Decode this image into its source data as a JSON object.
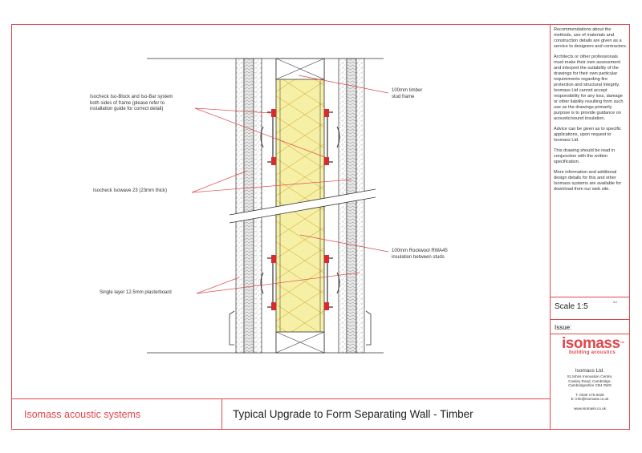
{
  "notes": [
    "Recommendations about the methods, use of materials and construction details are given as a service to designers and contractors.",
    "Architects or other professionals must make their own assessment and interpret the suitability of the drawings for their own particular requirements regarding fire protection and structural integrity. Isomass Ltd cannot accept responsibility for any loss, damage or other liability resulting from such use as the drawings primarily purpose is to provide guidance on acoustic/sound insulation.",
    "Advice can be given as to specific applications, upon request to Isomass Ltd.",
    "This drawing should be read in conjunction with the written specification.",
    "More information and additional design details for this and other Isomass systems are available for download from our web site."
  ],
  "title_block": {
    "scale": "Scale  1:5",
    "paper_size": "A4",
    "issue": "Issue:",
    "logo_text": "isomass",
    "logo_tm": "™",
    "logo_tagline": "building acoustics",
    "company_name": "Isomass Ltd.",
    "address_1": "St.Johns Innovation Centre,",
    "address_2": "Cowley Road, Cambridge,",
    "address_3": "Cambridgeshire CB4 0WS",
    "phone": "T: 0330 175 8228",
    "email": "E: info@isomass.co.uk",
    "web": "www.isomass.co.uk"
  },
  "footer": {
    "system": "Isomass acoustic systems",
    "title": "Typical Upgrade to Form Separating Wall - Timber"
  },
  "callouts": {
    "iso_block": [
      "Isocheck Iso-Block and Iso-Bar system",
      "both sides of frame (please refer to",
      "installation guide for correct detail)"
    ],
    "isowave": [
      "Isocheck Isowave 23 (23mm thick)"
    ],
    "plasterboard": [
      "Single layer 12.5mm  plasterboard"
    ],
    "stud_frame": [
      "100mm timber",
      "stud frame"
    ],
    "rockwool": [
      "100mm Rockwool RWA45",
      "insulation between studs"
    ]
  },
  "colors": {
    "accent": "#e0474c",
    "insulation": "#f6f0a6",
    "insulation_lines": "#d9b64a",
    "leader": "#e0474c"
  }
}
